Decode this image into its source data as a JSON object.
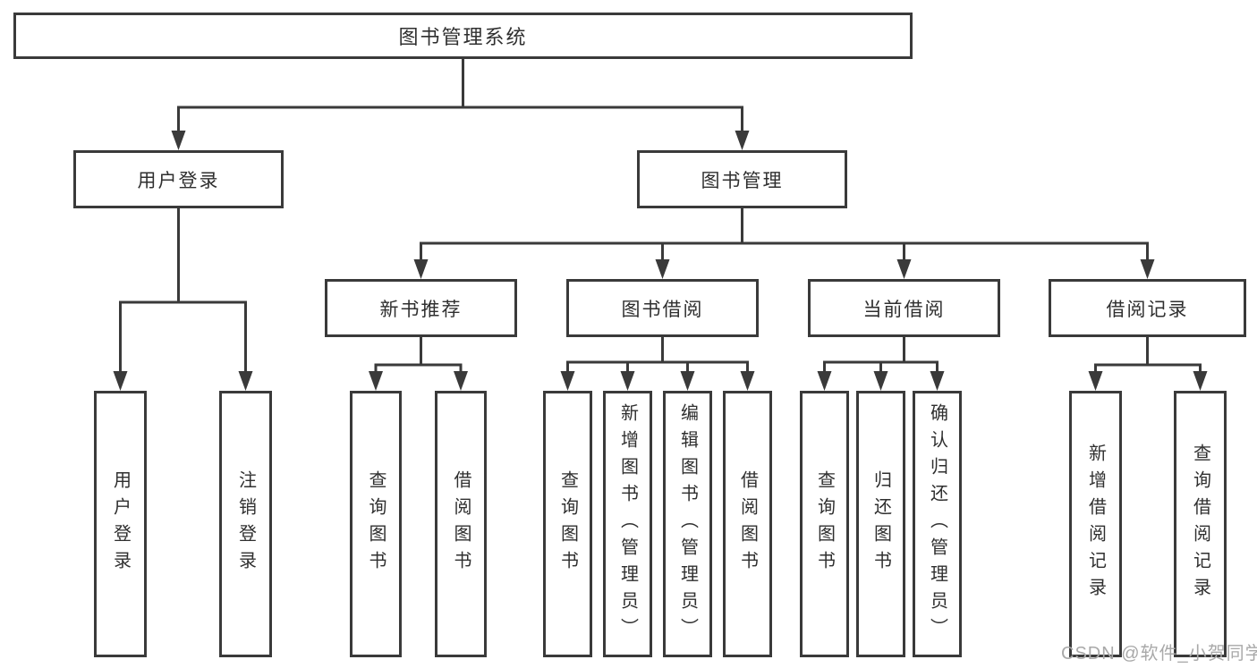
{
  "tree": {
    "label": "图书管理系统",
    "children": [
      {
        "label": "用户登录",
        "children": [
          {
            "label": "用户登录"
          },
          {
            "label": "注销登录"
          }
        ]
      },
      {
        "label": "图书管理",
        "children": [
          {
            "label": "新书推荐",
            "children": [
              {
                "label": "查询图书"
              },
              {
                "label": "借阅图书"
              }
            ]
          },
          {
            "label": "图书借阅",
            "children": [
              {
                "label": "查询图书"
              },
              {
                "label": "新增图书（管理员）"
              },
              {
                "label": "编辑图书（管理员）"
              },
              {
                "label": "借阅图书"
              }
            ]
          },
          {
            "label": "当前借阅",
            "children": [
              {
                "label": "查询图书"
              },
              {
                "label": "归还图书"
              },
              {
                "label": "确认归还（管理员）"
              }
            ]
          },
          {
            "label": "借阅记录",
            "children": [
              {
                "label": "新增借阅记录"
              },
              {
                "label": "查询借阅记录"
              }
            ]
          }
        ]
      }
    ]
  },
  "watermark": {
    "text": "CSDN @软件_小贺同学"
  },
  "colors": {
    "line": "#3a3a3a",
    "text": "#2f2f2f",
    "watermark": "#a9a9a9",
    "background": "#ffffff"
  }
}
